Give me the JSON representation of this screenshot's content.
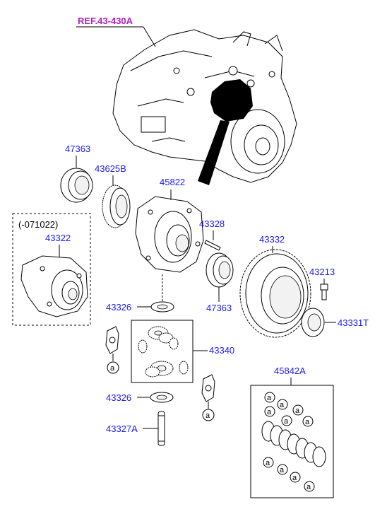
{
  "reference": {
    "label": "REF.43-430A",
    "color": "#b01ec0"
  },
  "variant_note": "(-071022)",
  "part_color": "#1a1aff",
  "parts": {
    "p47363_top": "47363",
    "p43625B": "43625B",
    "p45822": "45822",
    "p43322": "43322",
    "p43328": "43328",
    "p43332": "43332",
    "p43213": "43213",
    "p47363_bottom": "47363",
    "p43326_top": "43326",
    "p43331T": "43331T",
    "p43340": "43340",
    "p43326_bottom": "43326",
    "p43327A": "43327A",
    "p45842A": "45842A"
  },
  "callout_letter": "a"
}
